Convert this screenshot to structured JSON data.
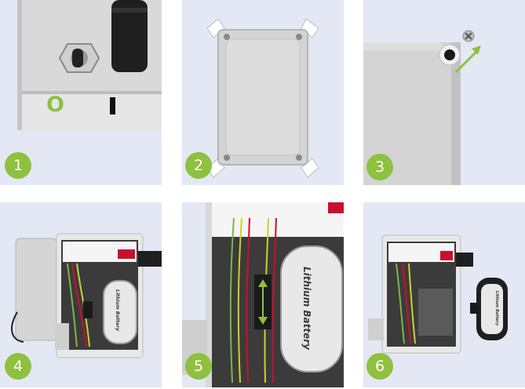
{
  "steps": [
    {
      "number": "1",
      "switch_off_label": "O"
    },
    {
      "number": "2"
    },
    {
      "number": "3"
    },
    {
      "number": "4",
      "battery_label": "Lithium Battery"
    },
    {
      "number": "5",
      "battery_label": "Lithium Battery"
    },
    {
      "number": "6",
      "battery_label": "Lithium Battery"
    }
  ],
  "colors": {
    "panel_bg": "#e3e8f4",
    "badge": "#8fc03f",
    "housing": "#d9d9d9",
    "interior": "#3b3b3b",
    "wire_red": "#c8102e",
    "wire_yellow": "#c9d22c",
    "wire_green": "#7ab648",
    "arrow": "#8fc03f"
  }
}
